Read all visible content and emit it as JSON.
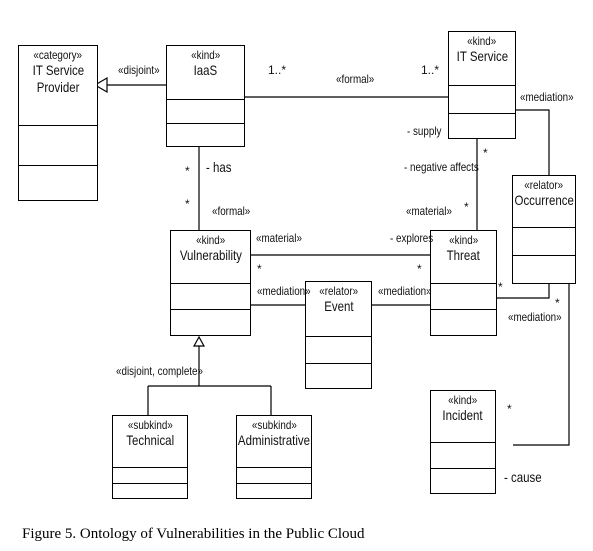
{
  "classes": {
    "provider": {
      "stereotype": "«category»",
      "name_line1": "IT Service",
      "name_line2": "Provider"
    },
    "iaas": {
      "stereotype": "«kind»",
      "name": "IaaS"
    },
    "itservice": {
      "stereotype": "«kind»",
      "name": "IT Service"
    },
    "occurrence": {
      "stereotype": "«relator»",
      "name": "Occurrence"
    },
    "vulnerability": {
      "stereotype": "«kind»",
      "name": "Vulnerability"
    },
    "threat": {
      "stereotype": "«kind»",
      "name": "Threat"
    },
    "event": {
      "stereotype": "«relator»",
      "name": "Event"
    },
    "incident": {
      "stereotype": "«kind»",
      "name": "Incident"
    },
    "technical": {
      "stereotype": "«subkind»",
      "name": "Technical"
    },
    "administrative": {
      "stereotype": "«subkind»",
      "name": "Administrative"
    }
  },
  "labels": {
    "disjoint": "«disjoint»",
    "formal_top": "«formal»",
    "mult_iaas_top": "1..*",
    "mult_its_top": "1..*",
    "mediation_top": "«mediation»",
    "supply": "- supply",
    "negative_affects": "- negative affects",
    "star_neg": "*",
    "material_top": "«material»",
    "star_mat": "*",
    "has": "- has",
    "star_has1": "*",
    "star_has2": "*",
    "formal_mid": "«formal»",
    "material_mid": "«material»",
    "explores": "- explores",
    "star_vul": "*",
    "star_thr": "*",
    "mediation_vul": "«mediation»",
    "mediation_thr": "«mediation»",
    "star_thr_right": "*",
    "star_occ": "*",
    "mediation_bottom": "«mediation»",
    "disjoint_complete": "«disjoint, complete»",
    "star_inc": "*",
    "cause": "- cause"
  },
  "caption": "Figure 5.   Ontology  of Vulnerabilities in the Public Cloud"
}
